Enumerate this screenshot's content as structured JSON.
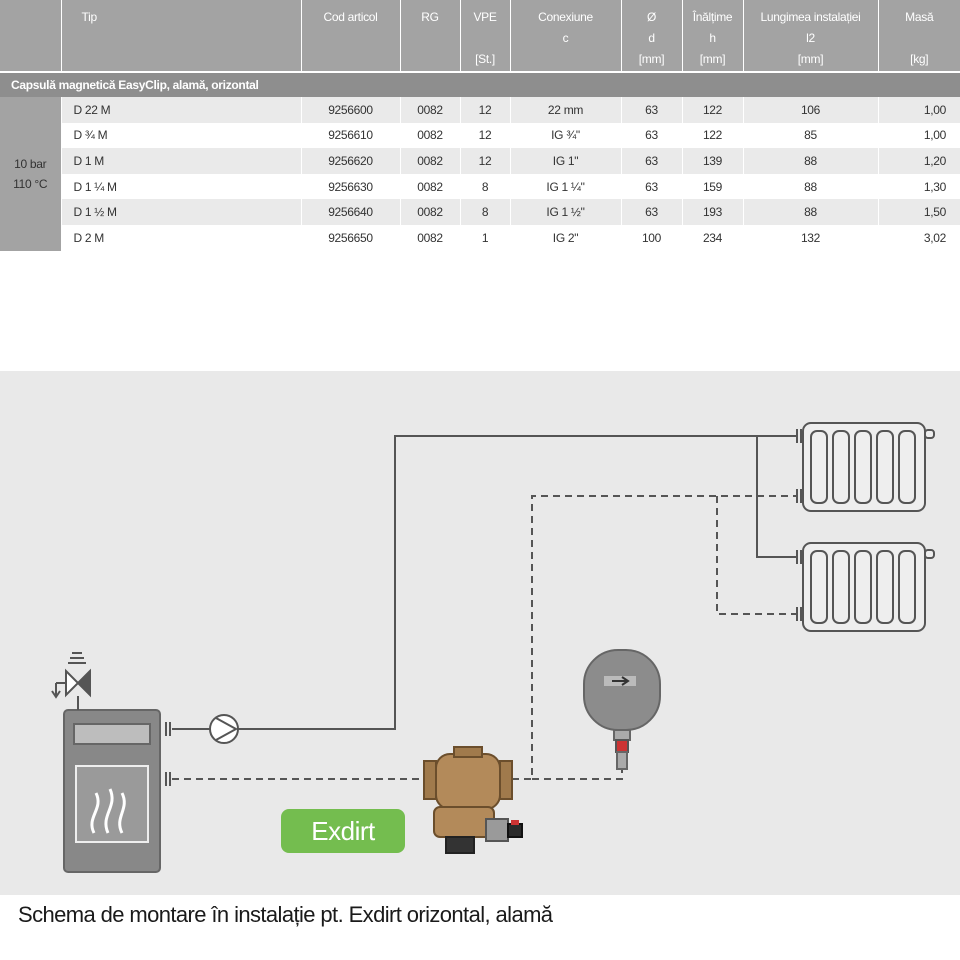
{
  "table": {
    "headers": {
      "tip": "Tip",
      "cod_articol": "Cod articol",
      "rg": "RG",
      "vpe": [
        "VPE",
        "",
        "[St.]"
      ],
      "conexiune": [
        "Conexiune",
        "c",
        ""
      ],
      "diametru": [
        "Ø",
        "d",
        "[mm]"
      ],
      "inaltime": [
        "Înălțime",
        "h",
        "[mm]"
      ],
      "lungime": [
        "Lungimea instalației",
        "l2",
        "[mm]"
      ],
      "masa": [
        "Masă",
        "",
        "[kg]"
      ]
    },
    "group_title": "Capsulă magnetică EasyClip, alamă, orizontal",
    "conditions": {
      "pressure": "10 bar",
      "temperature": "110 °C"
    },
    "rows": [
      {
        "tip": "D 22 M",
        "cod": "9256600",
        "rg": "0082",
        "vpe": "12",
        "conexiune": "22 mm",
        "d": "63",
        "h": "122",
        "l2": "106",
        "masa": "1,00"
      },
      {
        "tip": "D ¾ M",
        "cod": "9256610",
        "rg": "0082",
        "vpe": "12",
        "conexiune": "IG ¾\"",
        "d": "63",
        "h": "122",
        "l2": "85",
        "masa": "1,00"
      },
      {
        "tip": "D 1 M",
        "cod": "9256620",
        "rg": "0082",
        "vpe": "12",
        "conexiune": "IG 1\"",
        "d": "63",
        "h": "139",
        "l2": "88",
        "masa": "1,20"
      },
      {
        "tip": "D 1 ¼ M",
        "cod": "9256630",
        "rg": "0082",
        "vpe": "8",
        "conexiune": "IG 1 ¼\"",
        "d": "63",
        "h": "159",
        "l2": "88",
        "masa": "1,30"
      },
      {
        "tip": "D 1 ½ M",
        "cod": "9256640",
        "rg": "0082",
        "vpe": "8",
        "conexiune": "IG 1 ½\"",
        "d": "63",
        "h": "193",
        "l2": "88",
        "masa": "1,50"
      },
      {
        "tip": "D 2 M",
        "cod": "9256650",
        "rg": "0082",
        "vpe": "1",
        "conexiune": "IG 2\"",
        "d": "100",
        "h": "234",
        "l2": "132",
        "masa": "3,02"
      }
    ]
  },
  "diagram": {
    "badge_label": "Exdirt",
    "colors": {
      "background": "#e9e9e9",
      "line": "#555555",
      "badge": "#74bd4f",
      "separator_body": "#b38a5a",
      "vessel": "#8c8c8c"
    }
  },
  "caption": "Schema de montare în instalație pt. Exdirt orizontal, alamă"
}
